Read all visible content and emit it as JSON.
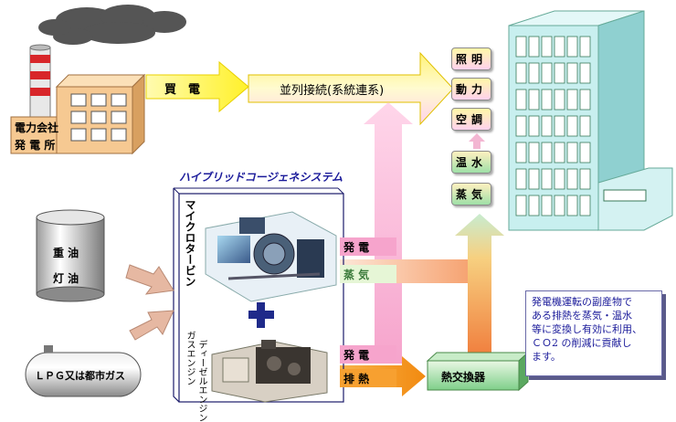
{
  "power_company": {
    "label_line1": "電力会社",
    "label_line2": "発 電 所"
  },
  "purchase": {
    "label": "買　電"
  },
  "grid": {
    "label": "並列接続(系統連系)"
  },
  "system": {
    "title": "ハイブリッドコージェネシステム"
  },
  "microturbine": {
    "label": "マイクロタービン",
    "out_power": "発 電",
    "out_steam": "蒸 気"
  },
  "plus": {
    "symbol": "✚"
  },
  "engine": {
    "label_col1": "ディーゼルエンジン",
    "label_col2": "ガスエンジン",
    "out_power": "発 電",
    "out_heat": "排 熱"
  },
  "fuels": {
    "heavy_oil": "重 油",
    "kerosene": "灯 油",
    "lpg": "ＬＰＧ又は都市ガス"
  },
  "heat_exchanger": {
    "label": "熱交換器"
  },
  "uses": {
    "lighting": "照明",
    "power": "動力",
    "aircon": "空調",
    "hot_water": "温水",
    "steam": "蒸気"
  },
  "note": {
    "text": "発電機運転の副産物で\nある排熱を蒸気・温水\n等に変換し有効に利用、\nＣＯ2 の削減に貢献し\nます。"
  },
  "colors": {
    "pink_arrow": "#f4a6d2",
    "yellow_arrow": "#fff24a",
    "orange_arrow": "#f7941d",
    "building": "#c8efef",
    "factory": "#f6c992",
    "note_text": "#1a1a9a"
  }
}
